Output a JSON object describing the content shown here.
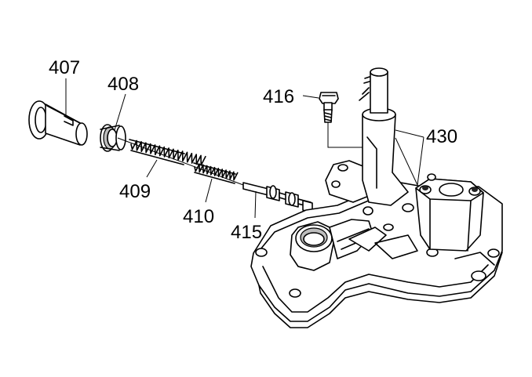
{
  "callouts": {
    "c407": "407",
    "c408": "408",
    "c409": "409",
    "c410": "410",
    "c415": "415",
    "c416": "416",
    "c430": "430"
  },
  "colors": {
    "line": "#000000",
    "shade": "#bdbdbd",
    "background": "#ffffff"
  }
}
